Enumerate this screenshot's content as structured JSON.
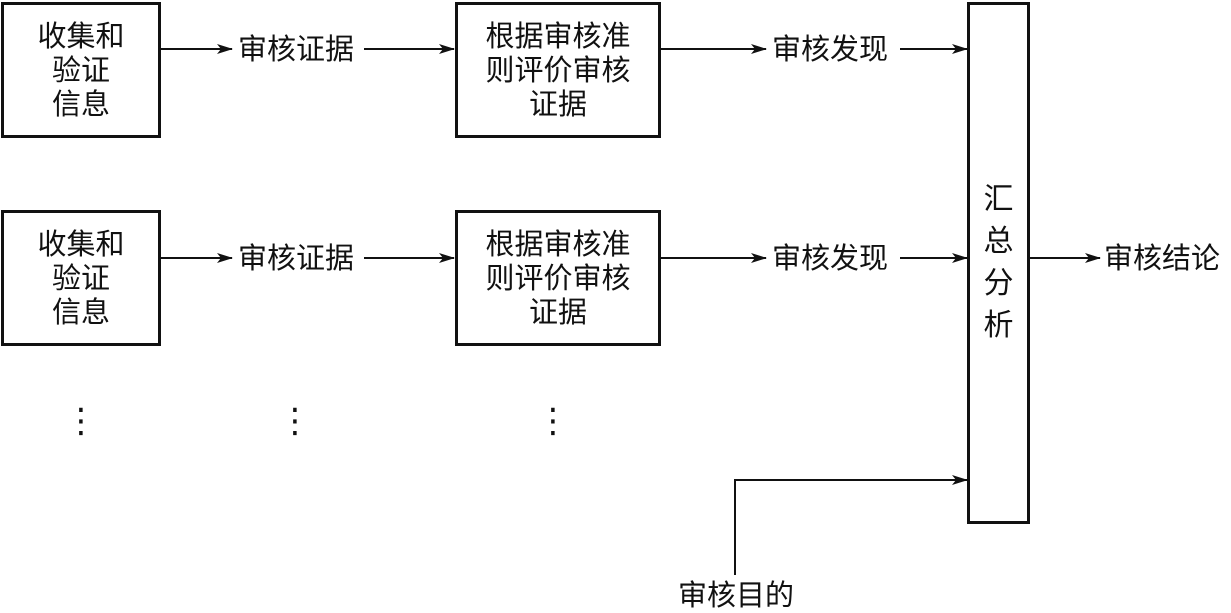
{
  "rows": [
    {
      "collect": "收集和\n验证\n信息",
      "evidence": "审核证据",
      "evaluate": "根据审核准\n则评价审核\n证据",
      "finding": "审核发现"
    },
    {
      "collect": "收集和\n验证\n信息",
      "evidence": "审核证据",
      "evaluate": "根据审核准\n则评价审核\n证据",
      "finding": "审核发现"
    }
  ],
  "ellipsis": "⋮",
  "summary": "汇\n总\n分\n析",
  "conclusion": "审核结论",
  "objective": "审核目的"
}
